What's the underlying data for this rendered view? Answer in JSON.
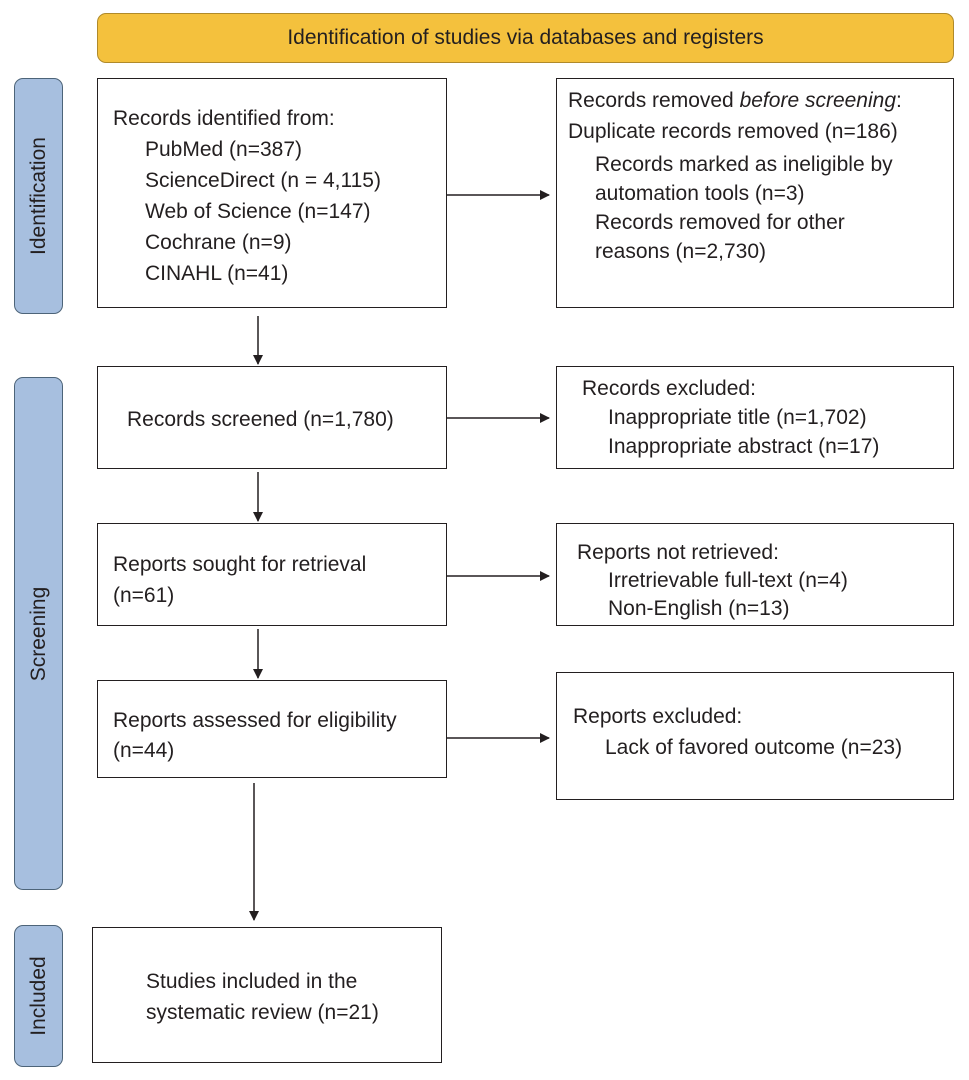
{
  "header": {
    "title": "Identification of studies via databases and registers"
  },
  "phases": {
    "identification": "Identification",
    "screening": "Screening",
    "included": "Included"
  },
  "records_identified": {
    "heading": "Records identified from:",
    "sources": [
      "PubMed (n=387)",
      "ScienceDirect (n = 4,115)",
      "Web of Science (n=147)",
      "Cochrane (n=9)",
      "CINAHL (n=41)"
    ]
  },
  "records_removed": {
    "heading_prefix": "Records removed ",
    "heading_emphasis": "before screening",
    "heading_suffix": ":",
    "duplicates": "Duplicate records removed (n=186)",
    "ineligible_line1": "Records marked as ineligible by",
    "ineligible_line2": "automation tools (n=3)",
    "other_line1": "Records removed for other",
    "other_line2": "reasons (n=2,730)"
  },
  "records_screened": {
    "label": "Records screened (n=1,780)"
  },
  "records_excluded": {
    "heading": "Records excluded:",
    "items": [
      "Inappropriate title (n=1,702)",
      "Inappropriate abstract (n=17)"
    ]
  },
  "reports_sought": {
    "line1": "Reports sought for retrieval",
    "line2": "(n=61)"
  },
  "reports_not_retrieved": {
    "heading": "Reports not retrieved:",
    "items": [
      "Irretrievable full-text (n=4)",
      "Non-English (n=13)"
    ]
  },
  "reports_assessed": {
    "line1": "Reports assessed for eligibility",
    "line2": "(n=44)"
  },
  "reports_excluded": {
    "heading": "Reports excluded:",
    "items": [
      "Lack of favored outcome (n=23)"
    ]
  },
  "studies_included": {
    "line1": "Studies included in the",
    "line2": "systematic review (n=21)"
  },
  "colors": {
    "header_fill": "#f4c13d",
    "phase_fill": "#a7bfdf",
    "line": "#231f20"
  }
}
